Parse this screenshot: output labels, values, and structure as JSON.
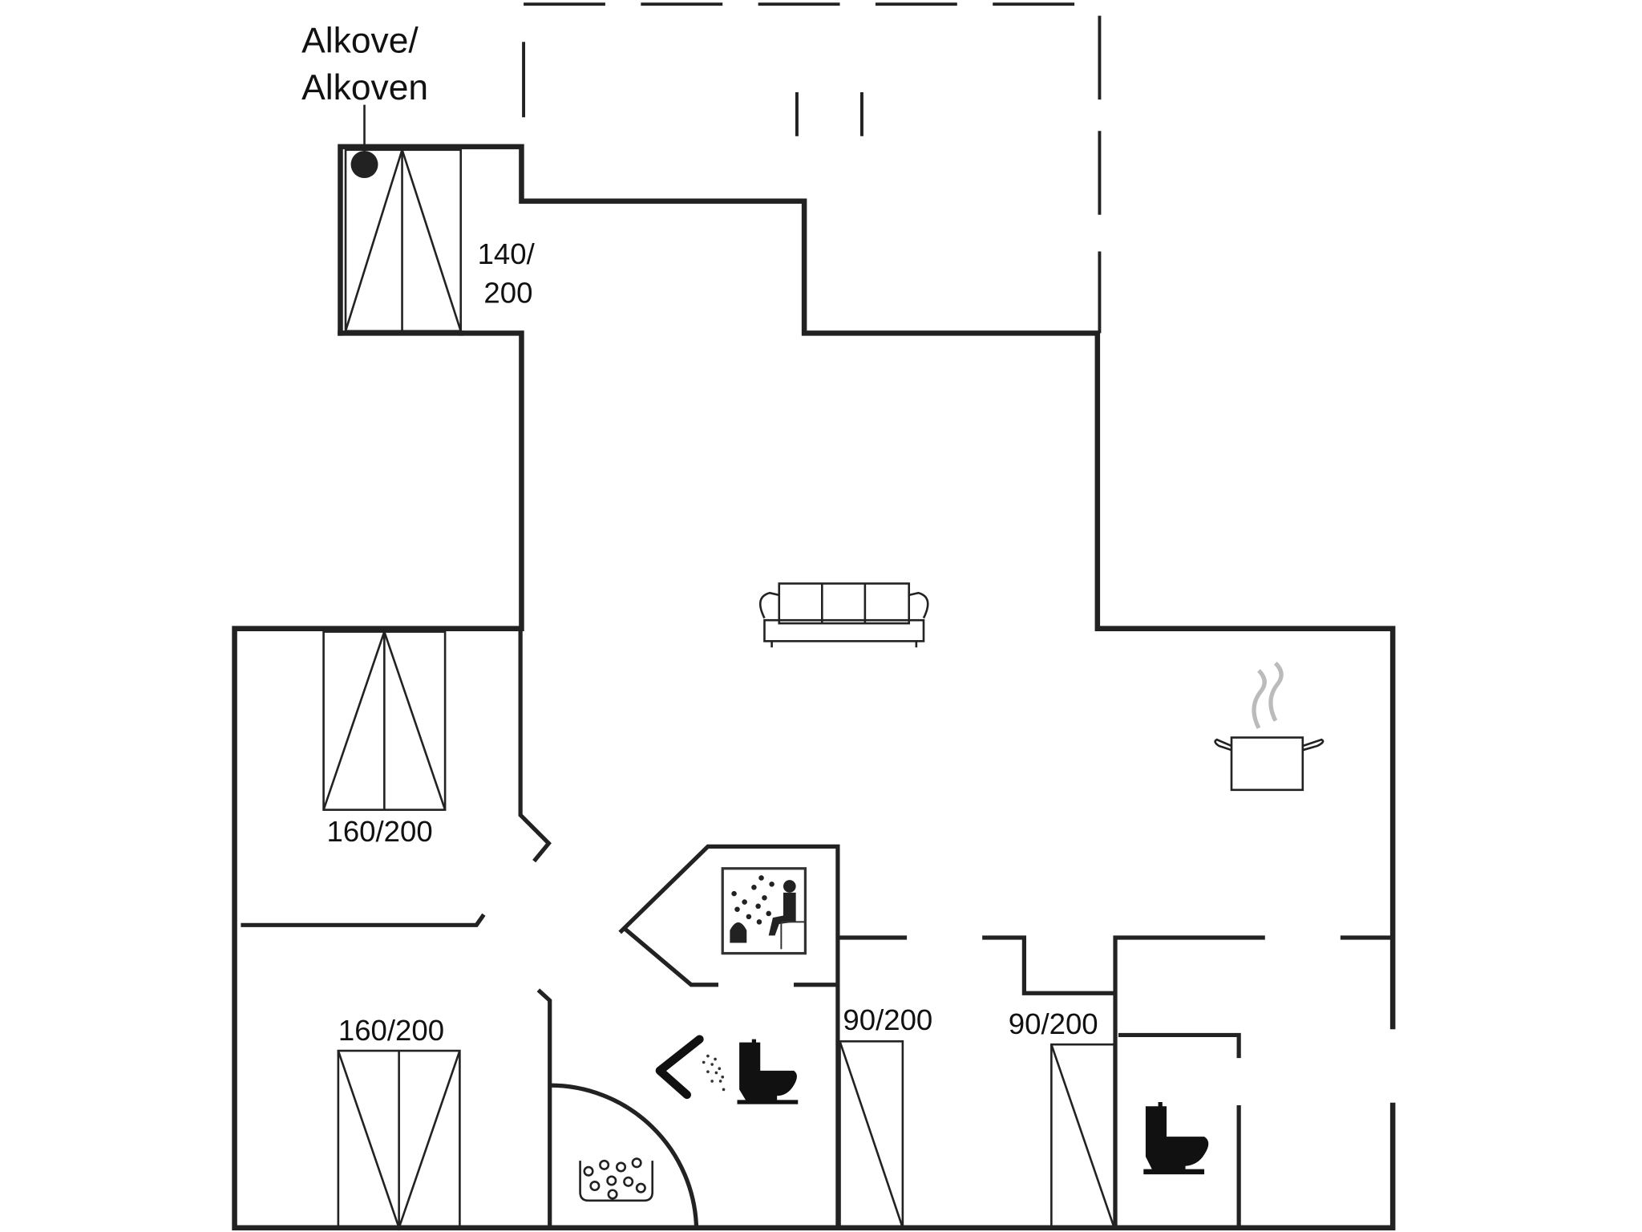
{
  "labels": {
    "alcove_line1": "Alkove/",
    "alcove_line2": "Alkoven",
    "bed_alcove_line1": "140/",
    "bed_alcove_line2": "200",
    "bed_room1": "160/200",
    "bed_room2": "160/200",
    "bed_single1": "90/200",
    "bed_single2": "90/200"
  },
  "icons": [
    "sofa-icon",
    "cooking-pot-icon",
    "sauna-icon",
    "shower-icon",
    "toilet-icon",
    "bathtub-icon"
  ],
  "colors": {
    "wall": "#222222",
    "steam": "#bbbbbb"
  }
}
